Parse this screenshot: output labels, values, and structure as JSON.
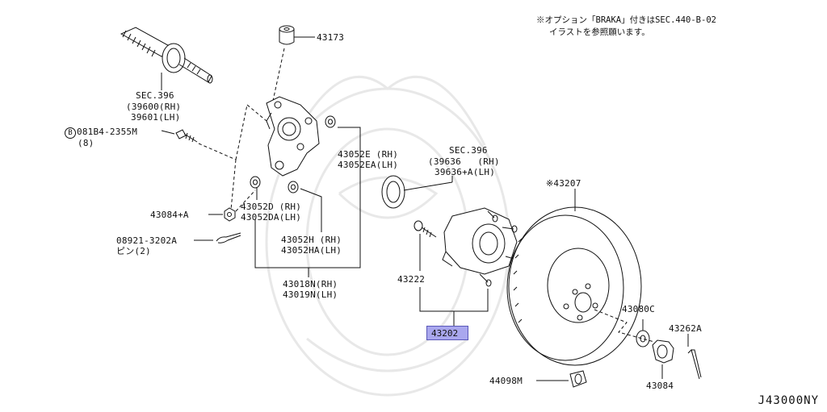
{
  "note": {
    "line1": "※オプション「BRAKA」付きはSEC.440-B-02",
    "line2": "イラストを参照願います。"
  },
  "diagram_code": "J43000NY",
  "parts": {
    "p43173": "43173",
    "sec396_top": "SEC.396",
    "p39600": "(39600(RH)",
    "p39601": "39601(LH)",
    "bolt_circ": "B",
    "bolt": "081B4-2355M",
    "bolt_qty": "(8)",
    "p43052E": "43052E (RH)",
    "p43052EA": "43052EA(LH)",
    "sec396_mid": "SEC.396",
    "p39636": "(39636   (RH)",
    "p39636A": "39636+A(LH)",
    "p43207": "※43207",
    "p43084A": "43084+A",
    "p43052D": "43052D (RH)",
    "p43052DA": "43052DA(LH)",
    "p08921": "08921-3202A",
    "pin_qty": "ピン(2)",
    "p43052H": "43052H (RH)",
    "p43052HA": "43052HA(LH)",
    "p43222": "43222",
    "p43018N": "43018N(RH)",
    "p43019N": "43019N(LH)",
    "p43202": "43202",
    "p43080C": "43080C",
    "p43262A": "43262A",
    "p44098M": "44098M",
    "p43084": "43084"
  },
  "colors": {
    "line": "#111111",
    "highlight_fill": "#a9a7ee",
    "highlight_border": "#5a58b8",
    "watermark": "#e6e6e6"
  }
}
